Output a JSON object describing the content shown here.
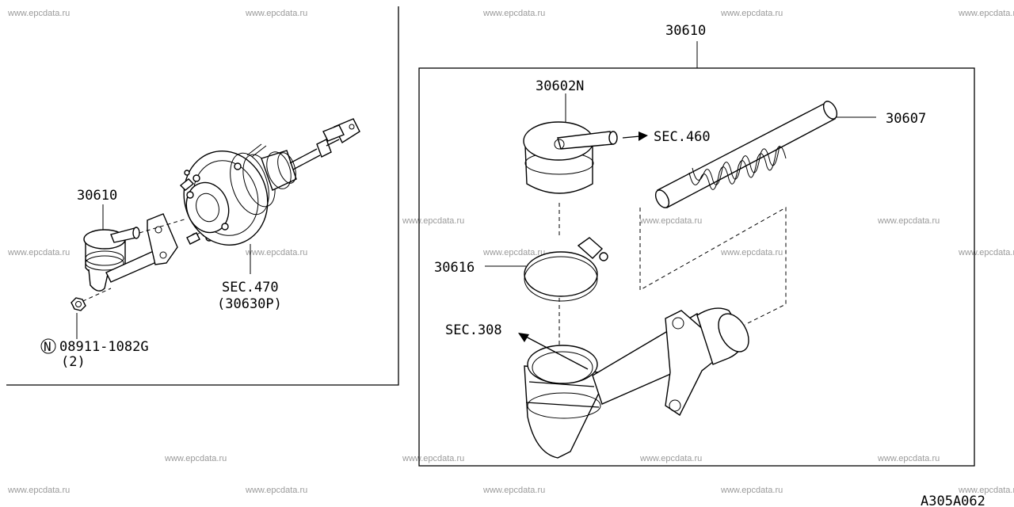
{
  "watermark": "www.epcdata.ru",
  "callouts": {
    "assembly_top": "30610",
    "reservoir_cap": "30602N",
    "sec_460": "SEC.460",
    "hose": "30607",
    "clamp": "30616",
    "sec_308": "SEC.308",
    "assembly_left": "30610",
    "sec_470": "SEC.470",
    "sec_470_ref": "(30630P)",
    "nut_symbol": "N",
    "nut_part": "08911-1082G",
    "nut_qty": "(2)",
    "diagram_code": "A305A062"
  }
}
